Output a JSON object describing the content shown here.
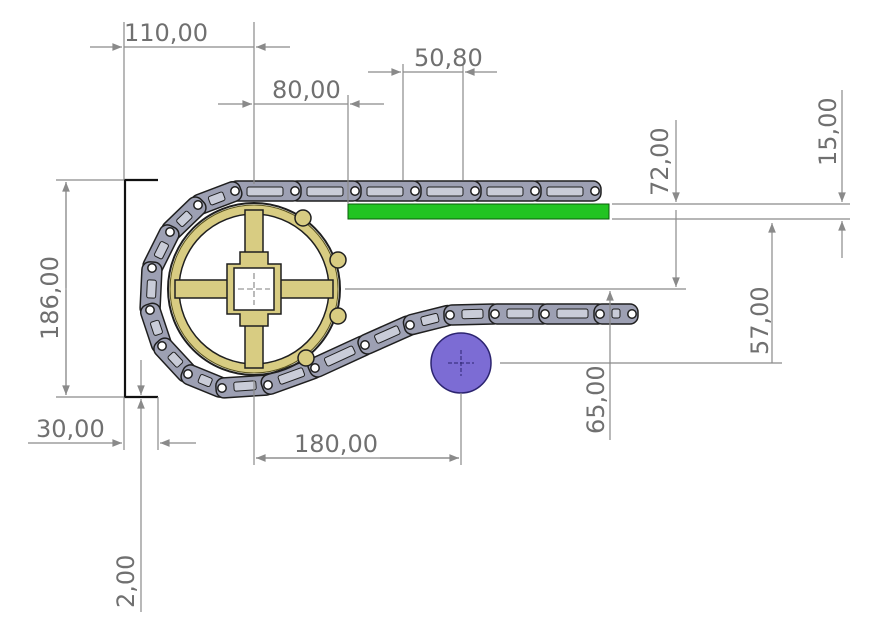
{
  "dimensions": {
    "d110": "110,00",
    "d80": "80,00",
    "d50_8": "50,80",
    "d72": "72,00",
    "d15": "15,00",
    "d186": "186,00",
    "d57": "57,00",
    "d65": "65,00",
    "d30": "30,00",
    "d180": "180,00",
    "d2": "2,00"
  },
  "colors": {
    "chain_link": "#9da0b3",
    "chain_outline": "#1f1f1f",
    "sprocket": "#d8cc82",
    "guide_bar": "#22c422",
    "roller": "#7c6cd4",
    "dimension": "#8a8a8a"
  }
}
